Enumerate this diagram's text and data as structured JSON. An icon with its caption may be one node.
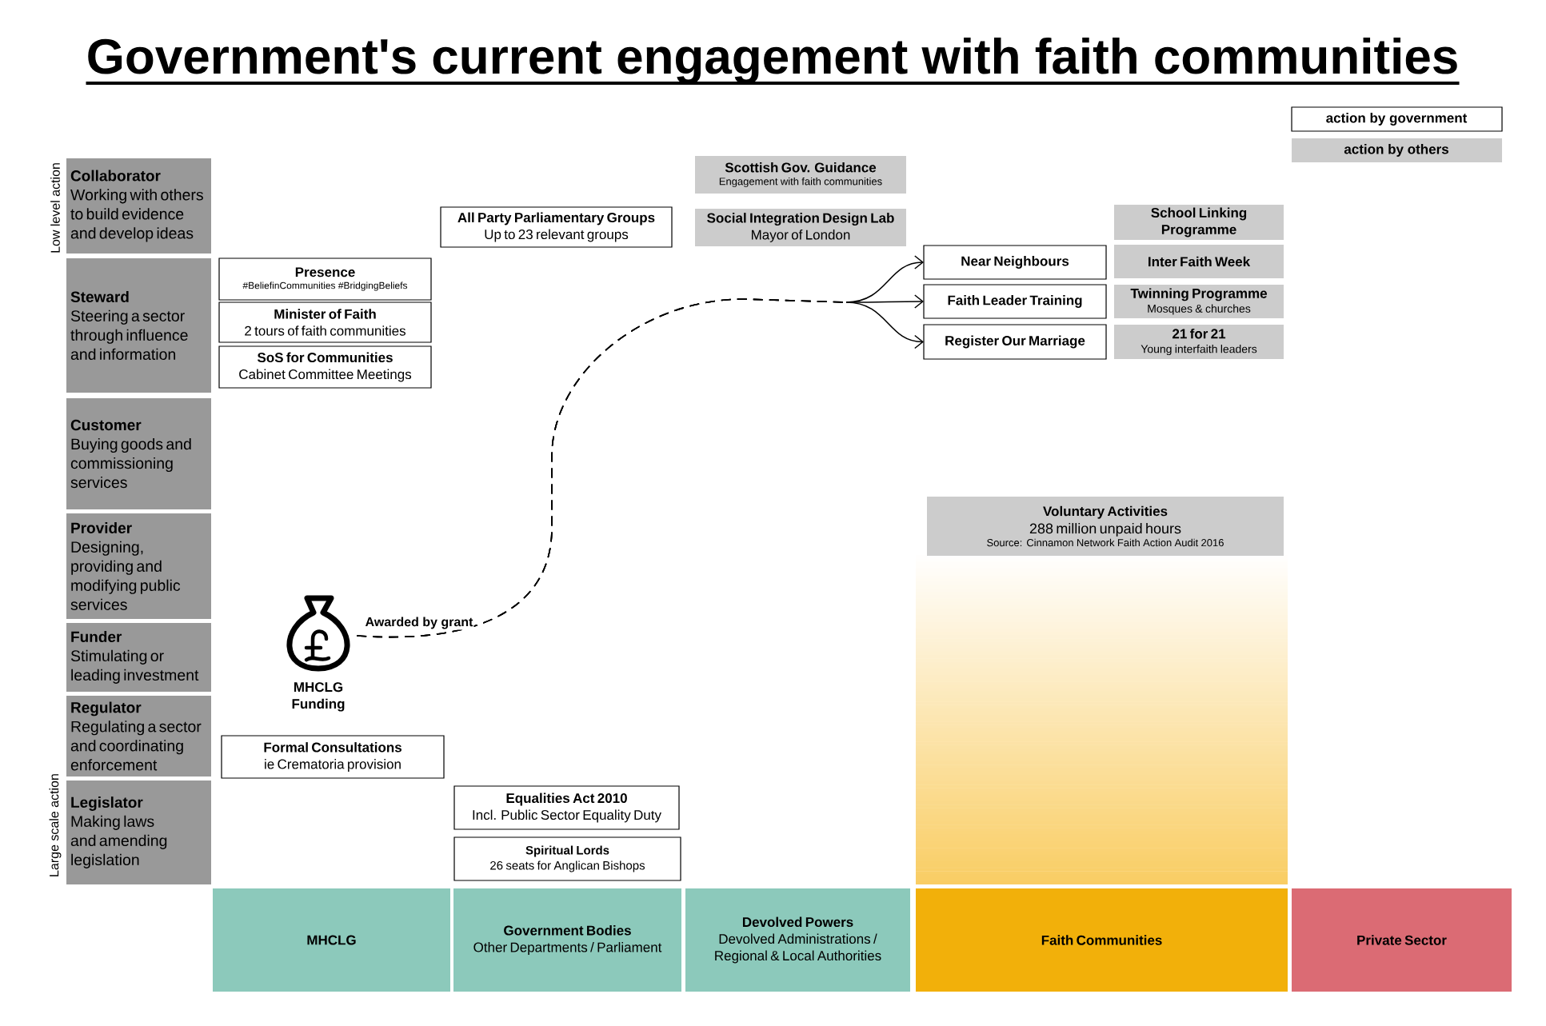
{
  "diagram": {
    "title": "Government's current engagement with faith communities",
    "nodes": [
      {
        "text": [
          "Collaborator",
          "Working with others to build evidence and develop ideas"
        ]
      },
      {
        "text": [
          "Steward",
          "Steering a sector through influence and information"
        ]
      },
      {
        "text": [
          "Customer",
          "Buying goods and commissioning services"
        ]
      },
      {
        "text": [
          "Provider",
          "Designing, providing and modifying public services"
        ]
      },
      {
        "text": [
          "Funder",
          "Stimulating or leading investment"
        ]
      },
      {
        "text": [
          "Regulator",
          "Regulating a sector and coordinating enforcement"
        ]
      },
      {
        "text": [
          "Legislator",
          "Making laws and amending legislation"
        ]
      },
      {
        "text": [
          "Scottish Gov. Guidance",
          "Engagement with faith communities"
        ]
      },
      {
        "text": [
          "All Party Parliamentary Groups",
          "Up to 23 relevant groups"
        ]
      },
      {
        "text": [
          "Social Integration Design Lab",
          "Mayor of London"
        ]
      },
      {
        "text": [
          "School Linking Programme"
        ]
      },
      {
        "text": [
          "Presence",
          "#BeliefinCommunities #BridgingBeliefs"
        ]
      },
      {
        "text": [
          "Near Neighbours"
        ]
      },
      {
        "text": [
          "Inter Faith Week"
        ]
      },
      {
        "text": [
          "Minister of Faith",
          "2 tours of faith communities"
        ]
      },
      {
        "text": [
          "Faith Leader Training"
        ]
      },
      {
        "text": [
          "Twinning Programme",
          "Mosques & churches"
        ]
      },
      {
        "text": [
          "SoS for Communities",
          "Cabinet Committee Meetings"
        ]
      },
      {
        "text": [
          "Register Our Marriage"
        ]
      },
      {
        "text": [
          "21 for 21",
          "Young interfaith leaders"
        ]
      },
      {
        "text": [
          "Voluntary Activities",
          "288 million unpaid hours",
          "Source: Cinnamon Network Faith Action Audit 2016"
        ]
      },
      {
        "text": [
          "MHCLG Funding"
        ]
      },
      {
        "text": [
          "Formal Consultations",
          "ie Crematoria provision"
        ]
      },
      {
        "text": [
          "Equalities Act 2010",
          "Incl. Public Sector Equality Duty"
        ]
      },
      {
        "text": [
          "Spiritual Lords",
          "26 seats for Anglican Bishops"
        ]
      },
      {
        "text": [
          "MHCLG"
        ]
      },
      {
        "text": [
          "Government Bodies",
          "Other Departments / Parliament"
        ]
      },
      {
        "text": [
          "Devolved Powers",
          "Devolved Administrations / Regional & Local Authorities"
        ]
      },
      {
        "text": [
          "Faith Communities"
        ]
      },
      {
        "text": [
          "Private Sector"
        ]
      }
    ],
    "edges": [
      {
        "from": 21,
        "to": 12,
        "arrow": "to",
        "style": "dashed",
        "label": "Awarded by grant"
      },
      {
        "from": 21,
        "to": 15,
        "arrow": "to",
        "style": "dashed"
      },
      {
        "from": 21,
        "to": 18,
        "arrow": "to",
        "style": "dashed"
      }
    ],
    "labels": [
      "Low level action",
      "Large scale action"
    ],
    "legend": [
      {
        "text": "action by government"
      },
      {
        "text": "action by others",
        "color": "#cccccc"
      }
    ]
  }
}
